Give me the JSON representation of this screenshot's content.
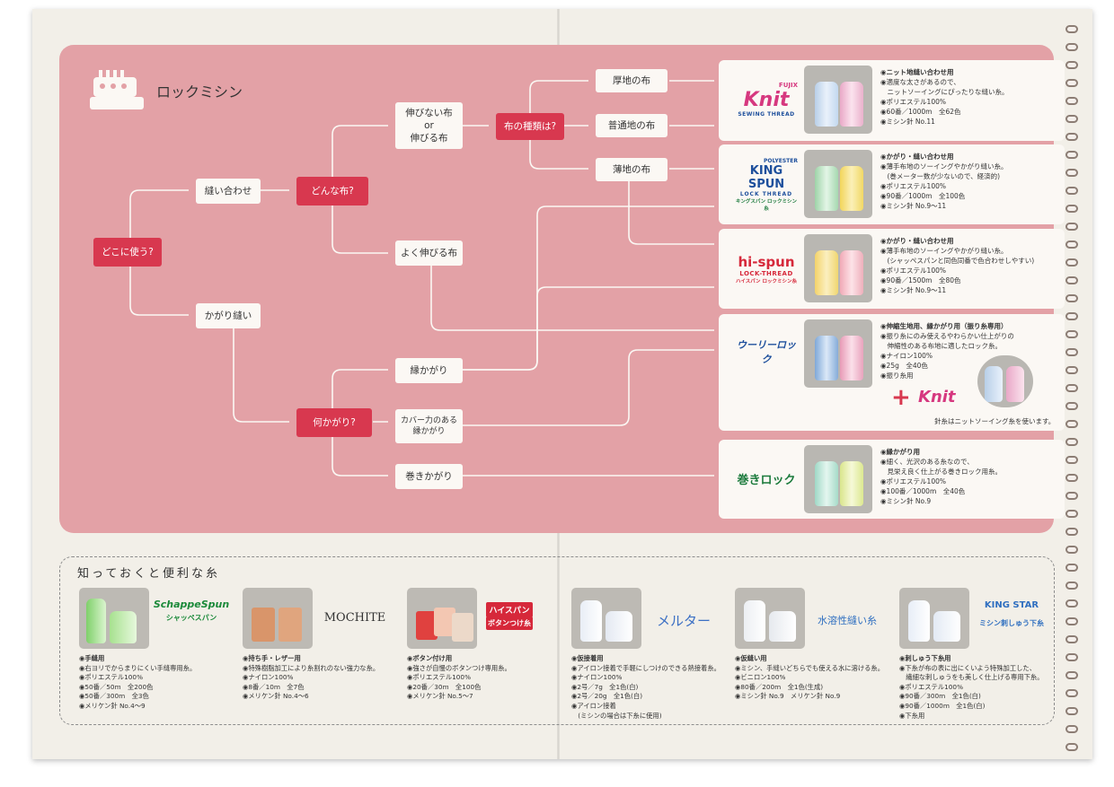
{
  "section": {
    "title": "ロックミシン"
  },
  "flow": {
    "where": "どこに使う?",
    "sew": "縫い合わせ",
    "overlock": "かがり縫い",
    "which_fabric": "どんな布?",
    "stiff_or_stretch": "伸びない布\nor\n伸びる布",
    "very_stretchy": "よく伸びる布",
    "fabric_type": "布の種類は?",
    "thick": "厚地の布",
    "normal": "普通地の布",
    "thin": "薄地の布",
    "what_overlock": "何かがり?",
    "edge": "縁かがり",
    "cover_edge": "カバー力のある\n縁かがり",
    "roll": "巻きかがり"
  },
  "products": [
    {
      "logo_top": "FUJIX",
      "logo_main": "Knit",
      "logo_sub": "SEWING THREAD",
      "logo_color": "#d6387f",
      "lines": [
        "◉ニット地縫い合わせ用",
        "◉適度な太さがあるので、",
        "　ニットソーイングにぴったりな縫い糸。",
        "◉ポリエステル100%",
        "◉60番／1000m　全62色",
        "◉ミシン針 No.11"
      ]
    },
    {
      "logo_top": "POLYESTER",
      "logo_main": "KING SPUN",
      "logo_sub": "LOCK THREAD",
      "logo_jp": "キングスパン ロックミシン糸",
      "logo_color": "#1b7a3c",
      "lines": [
        "◉かがり・縫い合わせ用",
        "◉薄手布地のソーイングやかがり縫い糸。",
        "　(巻メーター数が少ないので、経済的)",
        "◉ポリエステル100%",
        "◉90番／1000m　全100色",
        "◉ミシン針 No.9〜11"
      ]
    },
    {
      "logo_main": "hi-spun",
      "logo_sub": "LOCK-THREAD",
      "logo_jp": "ハイスパン ロックミシン糸",
      "logo_color": "#d6283a",
      "lines": [
        "◉かがり・縫い合わせ用",
        "◉薄手布地のソーイングやかがり縫い糸。",
        "　(シャッペスパンと同色同番で色合わせしやすい)",
        "◉ポリエステル100%",
        "◉90番／1500m　全80色",
        "◉ミシン針 No.9〜11"
      ]
    },
    {
      "logo_main": "ウーリーロック",
      "logo_color": "#1d4f9c",
      "lines": [
        "◉伸縮生地用、縁かがり用（振り糸専用）",
        "◉振り糸にのみ使えるやわらかい仕上がりの",
        "　伸縮性のある布地に適したロック糸。",
        "◉ナイロン100%",
        "◉25g　全40色",
        "◉振り糸用"
      ],
      "plus_note": "針糸はニットソーイング糸を使います。",
      "plus_logo": "Knit"
    },
    {
      "logo_main": "巻きロック",
      "logo_color": "#1b7a3c",
      "lines": [
        "◉縁かがり用",
        "◉細く、光沢のある糸なので、",
        "　見栄え良く仕上がる巻きロック用糸。",
        "◉ポリエステル100%",
        "◉100番／1000m　全40色",
        "◉ミシン針 No.9"
      ]
    }
  ],
  "extra": {
    "title": "知っておくと便利な糸",
    "items": [
      {
        "logo": "SchappeSpun",
        "logo_jp": "シャッペスパン",
        "logo_color": "#1b8a3a",
        "lines": [
          "◉手縫用",
          "◉右ヨリでからまりにくい手縫専用糸。",
          "◉ポリエステル100%",
          "◉50番／50m　全200色",
          "◉50番／300m　全3色",
          "◉メリケン針 No.4〜9"
        ]
      },
      {
        "logo": "MOCHITE",
        "logo_color": "#333333",
        "lines": [
          "◉持ち手・レザー用",
          "◉特殊樹脂加工により糸割れのない強力な糸。",
          "◉ナイロン100%",
          "◉8番／10m　全7色",
          "◉メリケン針 No.4〜6"
        ]
      },
      {
        "logo": "ハイスパン",
        "logo_jp": "ボタンつけ糸",
        "logo_color": "#d6283a",
        "lines": [
          "◉ボタン付け用",
          "◉強さが自慢のボタンつけ専用糸。",
          "◉ポリエステル100%",
          "◉20番／30m　全100色",
          "◉メリケン針 No.5〜7"
        ]
      },
      {
        "logo": "メルター",
        "logo_color": "#3b6fc4",
        "lines": [
          "◉仮接着用",
          "◉アイロン接着で手軽にしつけのできる熱接着糸。",
          "◉ナイロン100%",
          "◉2号／7g　全1色(白)",
          "◉2号／20g　全1色(白)",
          "◉アイロン接着",
          "　(ミシンの場合は下糸に使用)"
        ]
      },
      {
        "logo": "水溶性縫い糸",
        "logo_color": "#2f6fc0",
        "lines": [
          "◉仮縫い用",
          "◉ミシン、手縫いどちらでも使える水に溶ける糸。",
          "◉ビニロン100%",
          "◉80番／200m　全1色(生成)",
          "◉ミシン針 No.9　メリケン針 No.9"
        ]
      },
      {
        "logo": "KING STAR",
        "logo_jp": "ミシン刺しゅう下糸",
        "logo_color": "#2f6fc0",
        "lines": [
          "◉刺しゅう下糸用",
          "◉下糸が布の表に出にくいよう特殊加工した、",
          "　繊細な刺しゅうをも美しく仕上げる専用下糸。",
          "◉ポリエステル100%",
          "◉90番／300m　全1色(白)",
          "◉90番／1000m　全1色(白)",
          "◉下糸用"
        ]
      }
    ]
  }
}
